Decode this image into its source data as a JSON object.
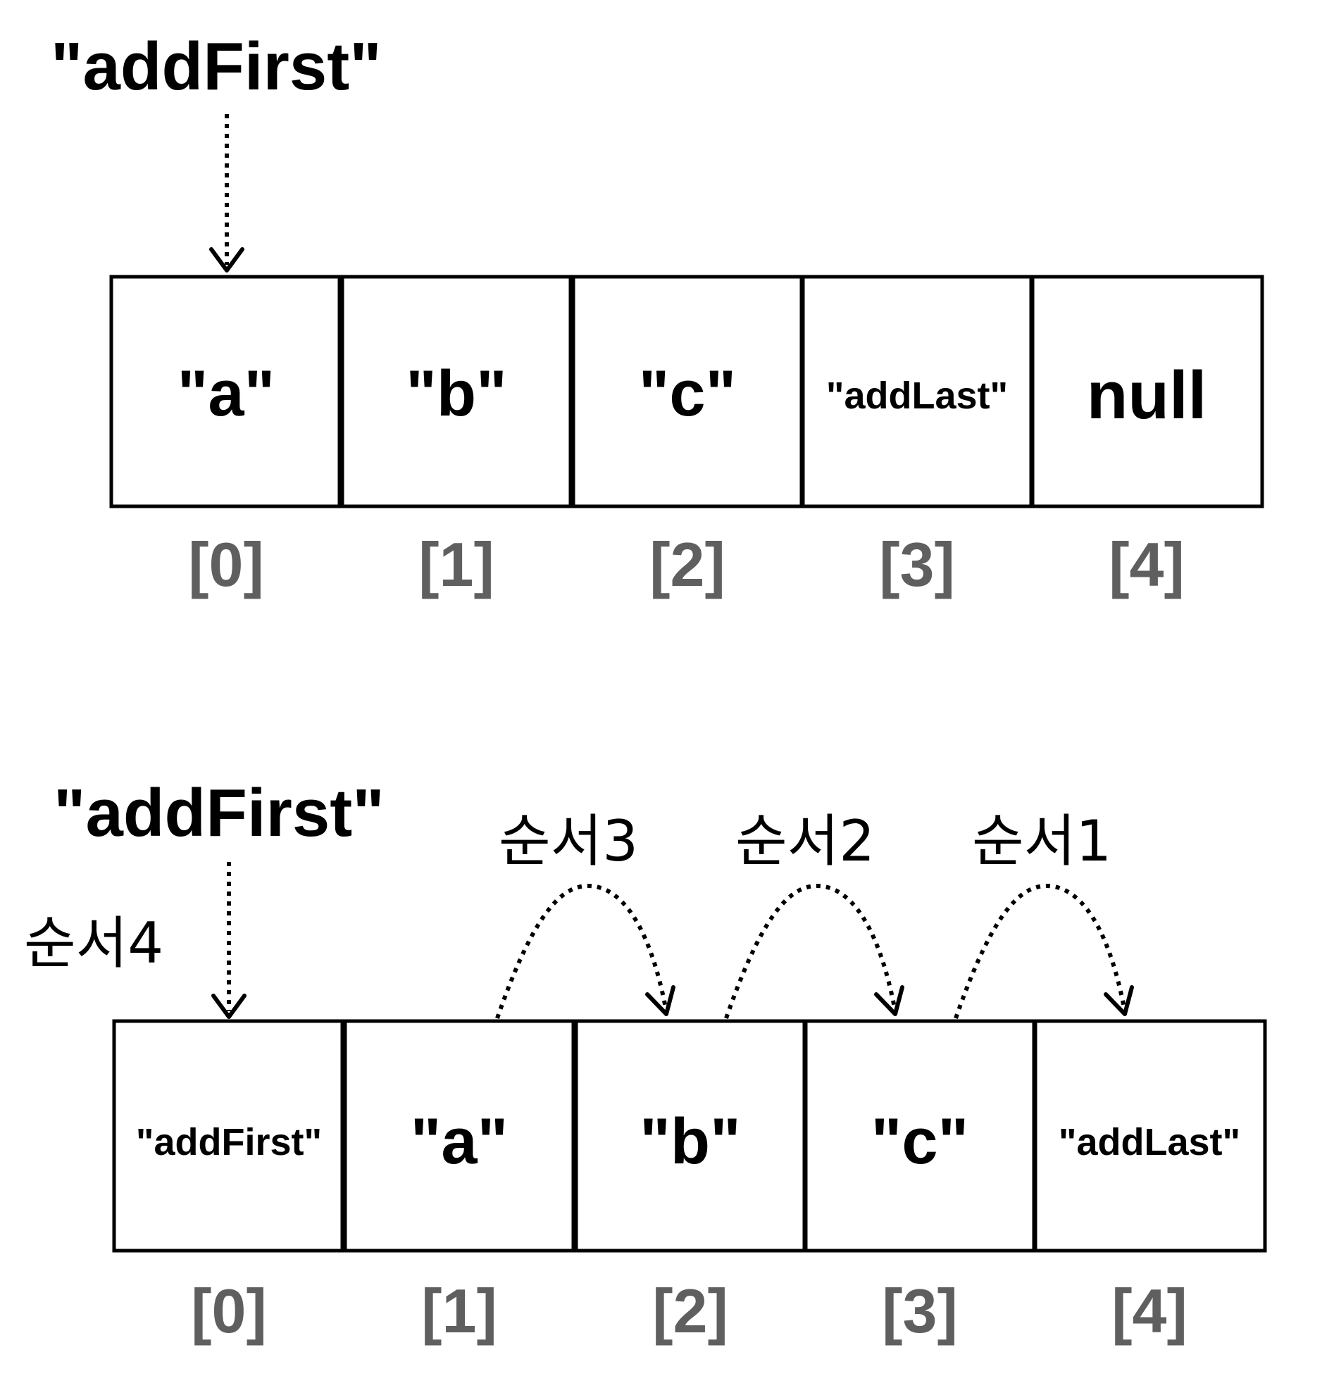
{
  "top_panel": {
    "label": "\"addFirst\"",
    "cells": [
      "\"a\"",
      "\"b\"",
      "\"c\"",
      "\"addLast\"",
      "null"
    ],
    "indices": [
      "[0]",
      "[1]",
      "[2]",
      "[3]",
      "[4]"
    ]
  },
  "bottom_panel": {
    "label": "\"addFirst\"",
    "cells": [
      "\"addFirst\"",
      "\"a\"",
      "\"b\"",
      "\"c\"",
      "\"addLast\""
    ],
    "indices": [
      "[0]",
      "[1]",
      "[2]",
      "[3]",
      "[4]"
    ],
    "steps": {
      "step4": "순서4",
      "step3": "순서3",
      "step2": "순서2",
      "step1": "순서1"
    }
  },
  "colors": {
    "line": "#000000",
    "index": "#5f5f5f",
    "background": "#ffffff"
  }
}
